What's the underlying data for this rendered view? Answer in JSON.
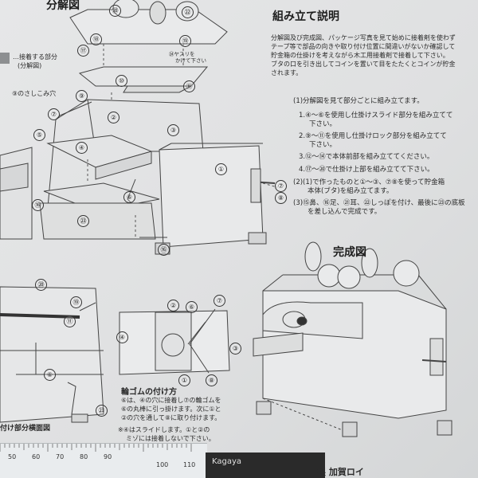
{
  "title_exploded": "分解図",
  "title_assembly": "組み立て説明",
  "title_complete": "完成図",
  "assembly_intro": [
    "分解図及び完成図、パッケージ写真を見て始めに接着剤を使わず",
    "テープ等で部品の向きや取り付け位置に間違いがないか確認して",
    "貯金箱の仕掛けを考えながら木工用接着剤で接着して下さい。",
    "ブタの口を引き出してコインを置いて目をたたくとコインが貯金",
    "されます。"
  ],
  "steps": [
    "(1)分解図を見て部分ごとに組み立てます。",
    "1.④～⑥を使用し仕掛けスライド部分を組み立てて",
    "下さい。",
    "2.⑨～⑪を使用し仕掛けロック部分を組み立てて",
    "下さい。",
    "3.⑫～⑭で本体前部を組み立ててください。",
    "4.⑰～⑳で仕掛け上部を組み立てて下さい。",
    "(2)(1)で作ったものと①～③、⑦⑧を使って貯金箱",
    "本体(ブタ)を組み立てます。",
    "(3)⑮鼻、⑯足、㉑耳、㉒しっぽを付け、最後に㉓の底板",
    "を差し込んで完成です。"
  ],
  "legend_label": "…接着する部分",
  "legend_sub": "(分解図)",
  "label_hole": "⑨のさしこみ穴",
  "label_file": "ヤスリを",
  "label_file2": "かけて下さい",
  "label_file_top": "㉔ヤスリを",
  "label_file_top2": "かけて下さい",
  "rubber_title": "輪ゴムの付け方",
  "rubber_lines": [
    "⑥は、④の穴に接着し⑦の輪ゴムを",
    "⑥の丸棒に引っ掛けます。次に①と",
    "②の穴を通して⑧に取り付けます。",
    "※④はスライドします。①と②の",
    "ミゾには接着しないで下さい。"
  ],
  "side_view_label": "付け部分横面図",
  "ruler_numbers": [
    "50",
    "60",
    "70",
    "80",
    "90",
    "100",
    "110"
  ],
  "brand": "Kagaya",
  "part_numbers": [
    "①",
    "②",
    "③",
    "④",
    "⑤",
    "⑥",
    "⑦",
    "⑧",
    "⑨",
    "⑩",
    "⑪",
    "⑫",
    "⑬",
    "⑭",
    "⑮",
    "⑯",
    "⑰",
    "⑱",
    "⑲",
    "⑳",
    "㉑",
    "㉒",
    "㉓"
  ],
  "bottom_corner": "製 加賀ロイ"
}
